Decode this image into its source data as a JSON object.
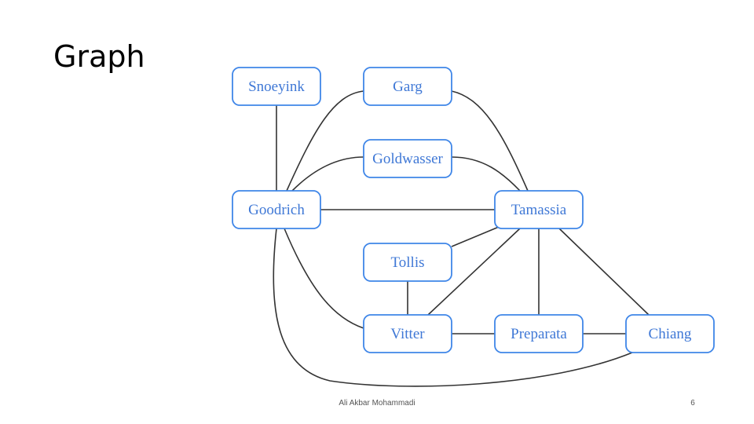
{
  "slide": {
    "title": "Graph",
    "author": "Ali Akbar Mohammadi",
    "page_number": "6"
  },
  "colors": {
    "node_border": "#3f86e8",
    "node_text": "#3f78d6",
    "edge": "#333333"
  },
  "graph": {
    "nodes": [
      {
        "id": "snoeyink",
        "label": "Snoeyink"
      },
      {
        "id": "garg",
        "label": "Garg"
      },
      {
        "id": "goldwasser",
        "label": "Goldwasser"
      },
      {
        "id": "goodrich",
        "label": "Goodrich"
      },
      {
        "id": "tamassia",
        "label": "Tamassia"
      },
      {
        "id": "tollis",
        "label": "Tollis"
      },
      {
        "id": "vitter",
        "label": "Vitter"
      },
      {
        "id": "preparata",
        "label": "Preparata"
      },
      {
        "id": "chiang",
        "label": "Chiang"
      }
    ],
    "edges": [
      {
        "from": "snoeyink",
        "to": "goodrich"
      },
      {
        "from": "goodrich",
        "to": "garg"
      },
      {
        "from": "garg",
        "to": "tamassia"
      },
      {
        "from": "goodrich",
        "to": "goldwasser"
      },
      {
        "from": "goldwasser",
        "to": "tamassia"
      },
      {
        "from": "goodrich",
        "to": "tamassia"
      },
      {
        "from": "tollis",
        "to": "tamassia"
      },
      {
        "from": "tollis",
        "to": "vitter"
      },
      {
        "from": "vitter",
        "to": "tamassia"
      },
      {
        "from": "tamassia",
        "to": "preparata"
      },
      {
        "from": "tamassia",
        "to": "chiang"
      },
      {
        "from": "goodrich",
        "to": "vitter"
      },
      {
        "from": "vitter",
        "to": "preparata"
      },
      {
        "from": "preparata",
        "to": "chiang"
      },
      {
        "from": "goodrich",
        "to": "chiang"
      }
    ]
  }
}
